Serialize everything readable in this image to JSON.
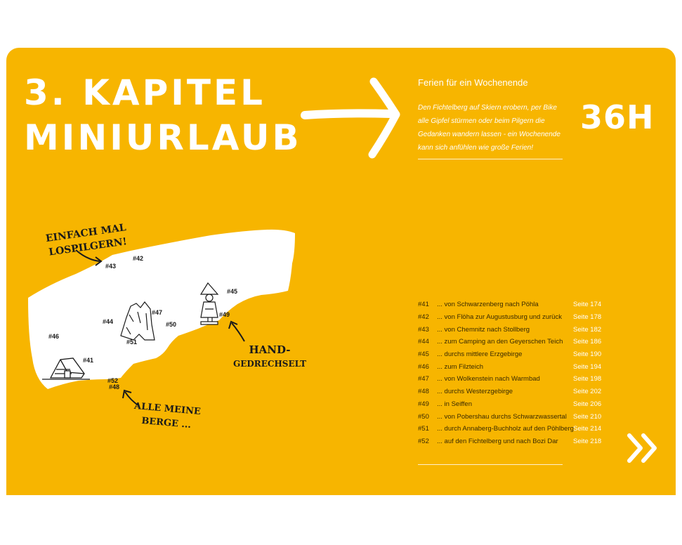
{
  "chapter": {
    "line1": "3. Kapitel",
    "line2": "Miniurlaub"
  },
  "subtitle": "Ferien für ein Wochenende",
  "teaser": "Den Fichtelberg auf Skiern erobern, per Bike alle Gipfel stürmen oder beim Pilgern die Gedanken wandern lassen  - ein Wochenende kann sich anfühlen wie große Ferien!",
  "duration": "36H",
  "map": {
    "callouts": {
      "pilgern_line1": "Einfach mal",
      "pilgern_line2": "lospilgern!",
      "hand_line1": "Hand-",
      "hand_line2": "gedrechselt",
      "berge_line1": "Alle meine",
      "berge_line2": "Berge ..."
    },
    "markers": {
      "m41": "#41",
      "m42": "#42",
      "m43": "#43",
      "m44": "#44",
      "m45": "#45",
      "m46": "#46",
      "m47": "#47",
      "m48": "#48",
      "m49": "#49",
      "m50": "#50",
      "m51": "#51",
      "m52": "#52"
    }
  },
  "toc": [
    {
      "num": "#41",
      "title": "... von Schwarzenberg nach Pöhla",
      "page": "Seite 174"
    },
    {
      "num": "#42",
      "title": "... von Flöha zur Augustusburg und zurück",
      "page": "Seite 178"
    },
    {
      "num": "#43",
      "title": "... von Chemnitz nach Stollberg",
      "page": "Seite 182"
    },
    {
      "num": "#44",
      "title": "... zum Camping an den Geyerschen Teich",
      "page": "Seite 186"
    },
    {
      "num": "#45",
      "title": "... durchs mittlere Erzgebirge",
      "page": "Seite 190"
    },
    {
      "num": "#46",
      "title": "... zum Filzteich",
      "page": "Seite 194"
    },
    {
      "num": "#47",
      "title": "... von Wolkenstein nach Warmbad",
      "page": "Seite 198"
    },
    {
      "num": "#48",
      "title": "... durchs Westerzgebirge",
      "page": "Seite 202"
    },
    {
      "num": "#49",
      "title": "... in Seiffen",
      "page": "Seite 206"
    },
    {
      "num": "#50",
      "title": "... von Pobershau durchs Schwarzwassertal",
      "page": "Seite 210"
    },
    {
      "num": "#51",
      "title": "... durch Annaberg-Buchholz auf den Pöhlberg",
      "page": "Seite 214"
    },
    {
      "num": "#52",
      "title": "... auf den Fichtelberg und nach Bozi Dar",
      "page": "Seite 218"
    }
  ],
  "colors": {
    "panel": "#F7B500",
    "text_on_panel": "#FFFFFF",
    "ink": "#1A1A1A"
  },
  "icons": {
    "arrow": "right-arrow-icon",
    "next": "double-chevron-right-icon",
    "hut": "hut-icon",
    "rocks": "rock-formation-icon",
    "figure": "wooden-figure-icon"
  }
}
